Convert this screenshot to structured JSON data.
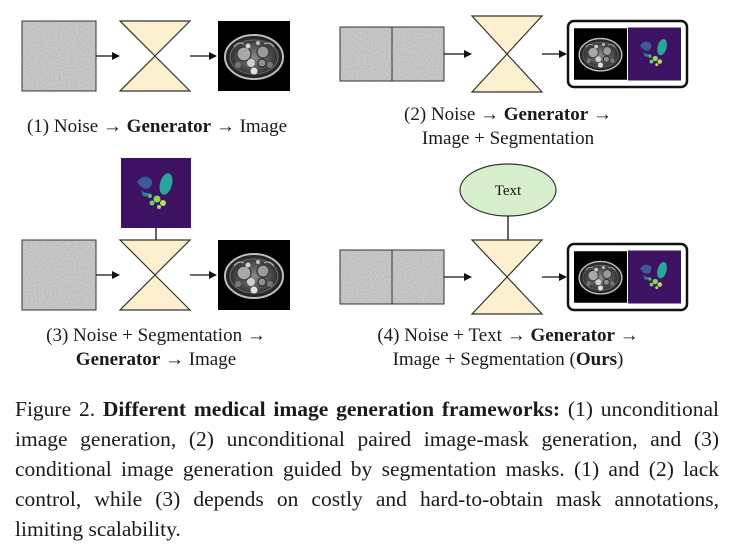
{
  "panels": [
    {
      "line1": {
        "pre": "(1) Noise → ",
        "bold": "Generator",
        "post": " → Image"
      }
    },
    {
      "line1": {
        "pre": "(2) Noise → ",
        "bold": "Generator",
        "post": " →"
      },
      "line2": "Image + Segmentation"
    },
    {
      "line1": "(3) Noise + Segmentation →",
      "line2": {
        "bold": "Generator",
        "post": " → Image"
      }
    },
    {
      "line1": {
        "pre": "(4) Noise + Text → ",
        "bold": "Generator",
        "post": " →"
      },
      "line2": {
        "pre": "Image + Segmentation (",
        "bold": "Ours",
        "post": ")"
      }
    }
  ],
  "text_node": "Text",
  "caption": {
    "label": "Figure 2.",
    "title": "Different medical image generation frameworks:",
    "body": " (1) unconditional image generation, (2) unconditional paired image-mask generation, and (3) conditional image generation guided by segmentation masks. (1) and (2) lack control, while (3) depends on costly and hard-to-obtain mask annotations, limiting scalability."
  },
  "colors": {
    "generator_fill": "#fdf0cf",
    "mask_background": "#3d1263",
    "noise": "#7f7f7f"
  }
}
